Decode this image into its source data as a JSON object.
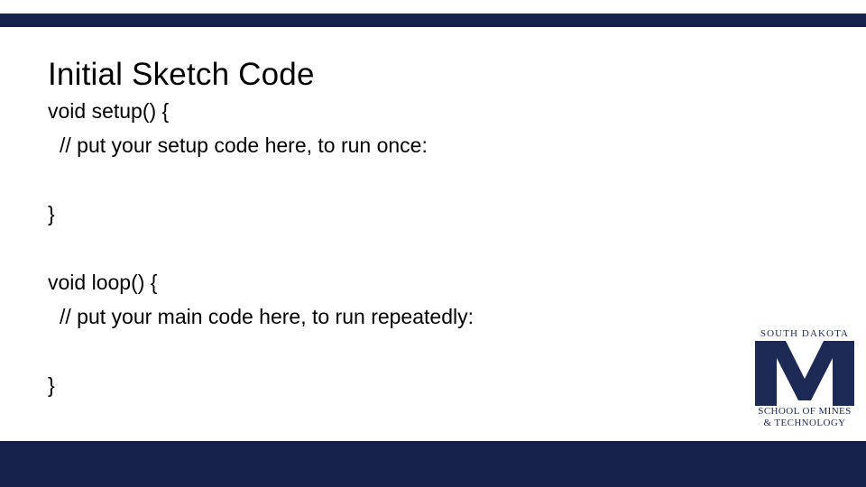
{
  "slide": {
    "title": "Initial Sketch Code",
    "background_color": "#ffffff",
    "accent_color": "#16224b"
  },
  "code": {
    "lines": [
      {
        "text": "void setup() {",
        "indent": 0
      },
      {
        "text": "// put your setup code here, to run once:",
        "indent": 1
      },
      {
        "text": "",
        "indent": 0
      },
      {
        "text": "}",
        "indent": 0
      },
      {
        "text": "",
        "indent": 0
      },
      {
        "text": "void loop() {",
        "indent": 0
      },
      {
        "text": "// put your main code here, to run repeatedly:",
        "indent": 1
      },
      {
        "text": "",
        "indent": 0
      },
      {
        "text": "}",
        "indent": 0
      }
    ]
  },
  "logo": {
    "top_text": "SOUTH DAKOTA",
    "monogram": "M",
    "bottom_line_1": "SCHOOL OF MINES",
    "bottom_line_2": "& TECHNOLOGY",
    "color": "#1d2a55"
  }
}
